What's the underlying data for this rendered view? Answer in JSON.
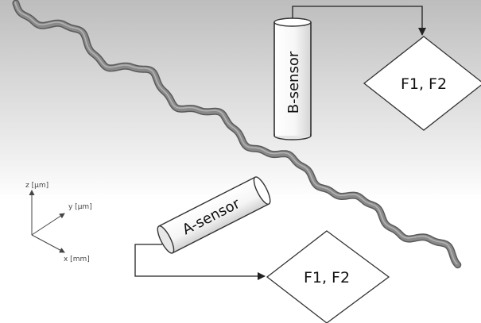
{
  "diagram": {
    "sensors": [
      {
        "id": "a",
        "label": "A-sensor"
      },
      {
        "id": "b",
        "label": "B-sensor"
      }
    ],
    "outputs": [
      {
        "id": "a",
        "label": "F1, F2"
      },
      {
        "id": "b",
        "label": "F1, F2"
      }
    ],
    "axes": {
      "z": "z [µm]",
      "y": "y [µm]",
      "x": "x [mm]"
    },
    "colors": {
      "fiber": "#8a8a8a",
      "fiber_edge": "#5a5a5a",
      "stroke": "#222222",
      "shape_fill": "#ffffff"
    }
  }
}
